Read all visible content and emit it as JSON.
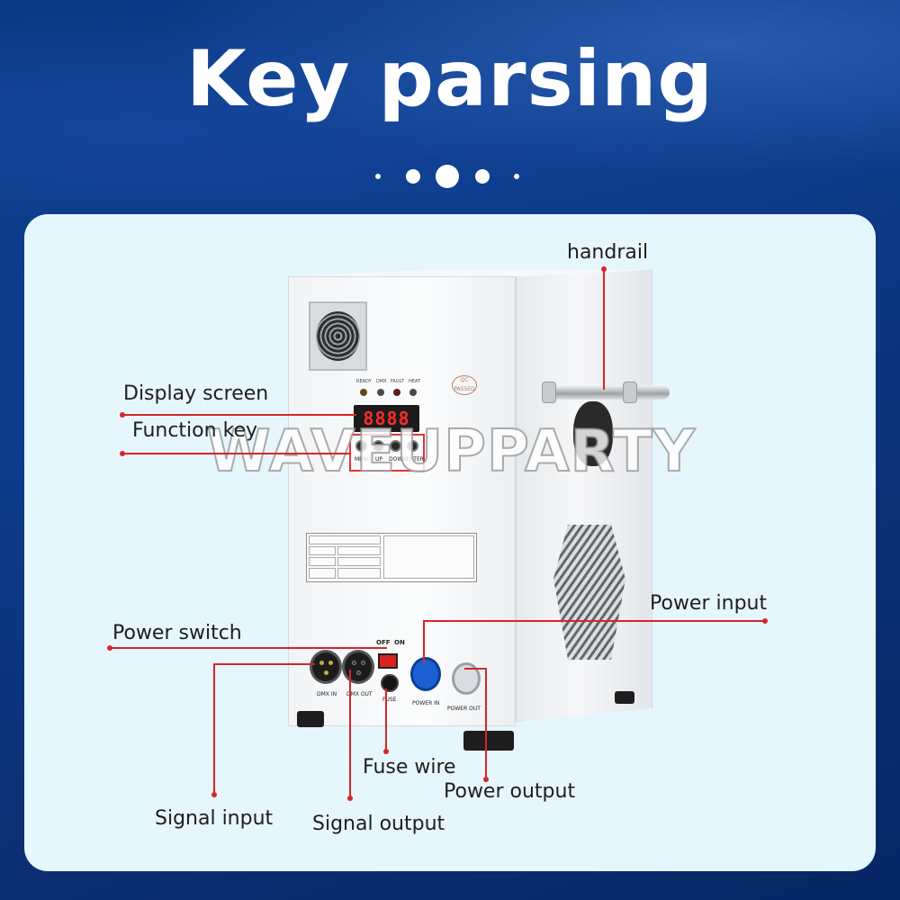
{
  "page": {
    "title": "Key parsing",
    "watermark": "WAVEUPPARTY"
  },
  "callouts": {
    "handrail": "handrail",
    "display_screen": "Display screen",
    "function_key": "Function key",
    "power_input": "Power input",
    "power_switch": "Power switch",
    "fuse_wire": "Fuse wire",
    "power_output": "Power output",
    "signal_input": "Signal input",
    "signal_output": "Signal output"
  },
  "machine": {
    "indicators": [
      "READY",
      "DMX",
      "FAULT",
      "HEAT"
    ],
    "display_value": "8888",
    "keys": [
      "MENU",
      "UP",
      "DOWN",
      "ENTER"
    ],
    "stamp": "QC PASSED",
    "switch_off": "OFF",
    "switch_on": "ON",
    "ports": {
      "dmx_in": "DMX IN",
      "dmx_out": "DMX OUT",
      "fuse": "FUSE",
      "power_in": "POWER IN",
      "power_out": "POWER OUT"
    }
  },
  "colors": {
    "background": "#0b3580",
    "panel": "#e6f6fd",
    "callout_line": "#d72628",
    "display_digits": "#ff2b2b"
  }
}
